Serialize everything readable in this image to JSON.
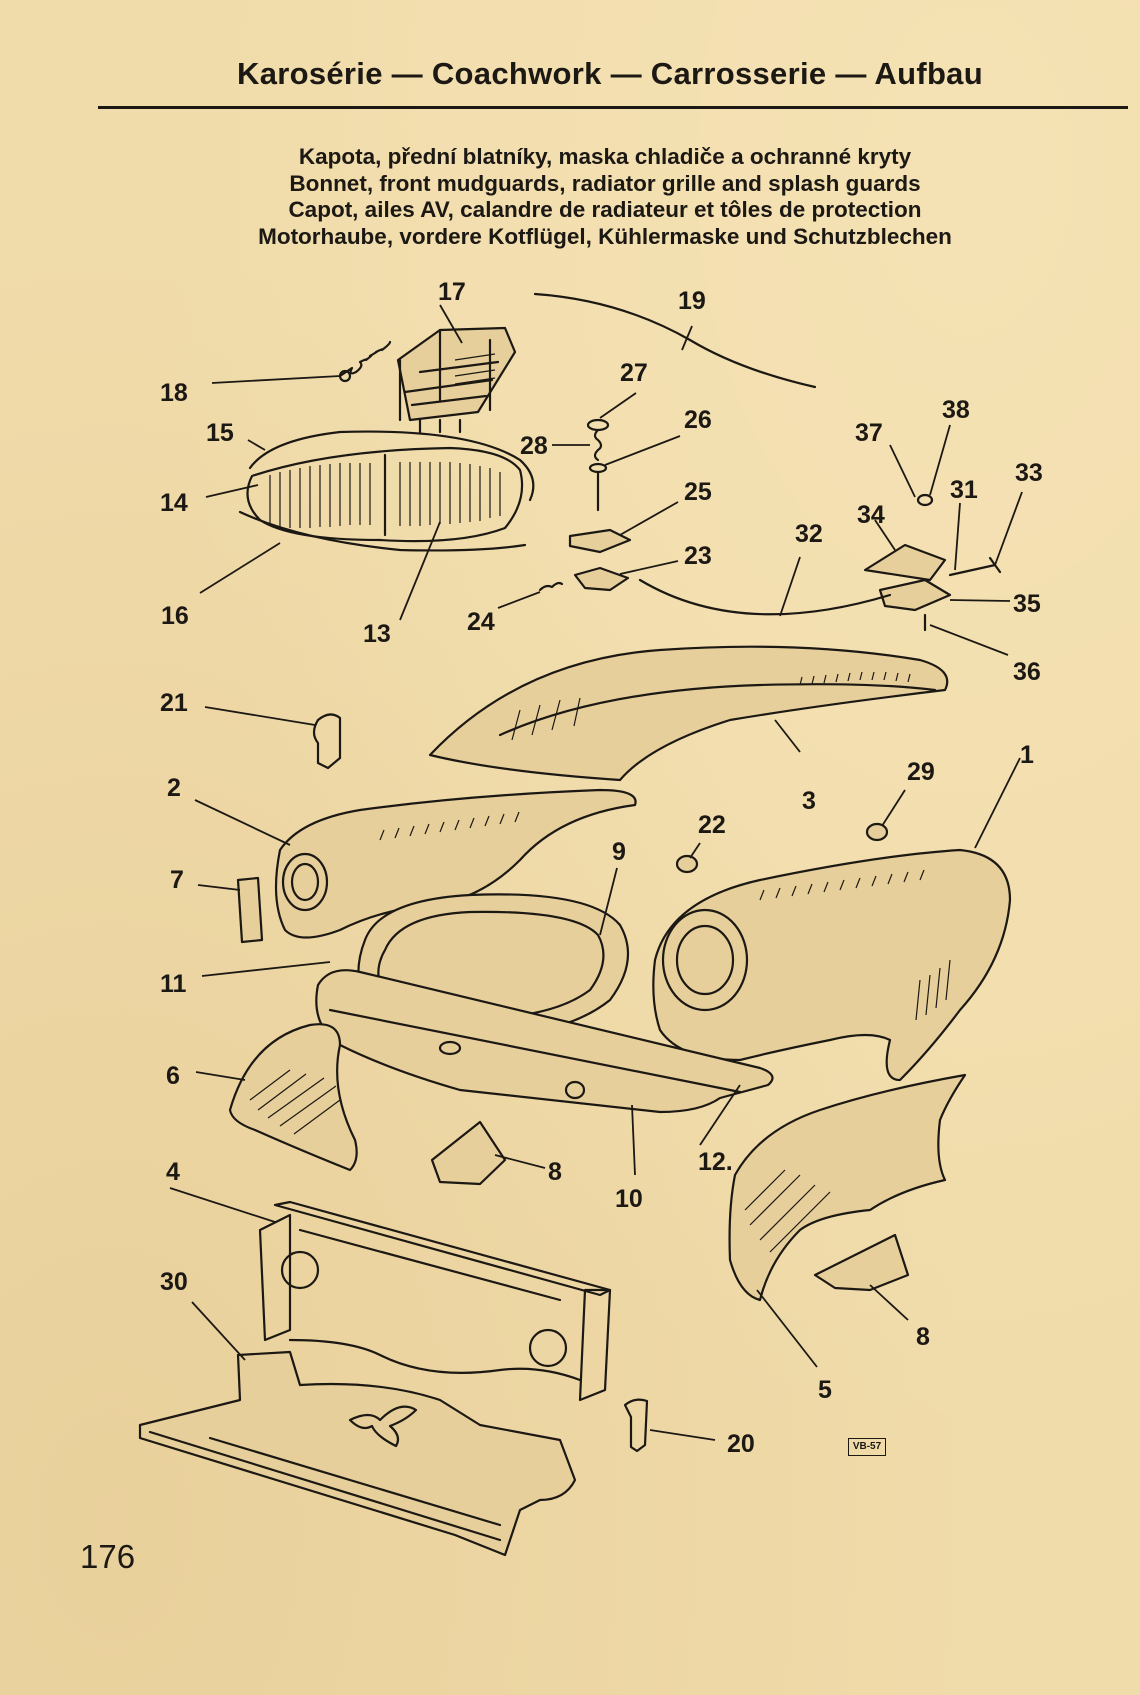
{
  "header": {
    "title": "Karosérie — Coachwork — Carrosserie — Aufbau"
  },
  "caption": {
    "line_cs": "Kapota, přední blatníky, maska chladiče a ochranné kryty",
    "line_en": "Bonnet, front mudguards, radiator grille and splash guards",
    "line_fr": "Capot, ailes AV, calandre de radiateur et tôles de protection",
    "line_de": "Motorhaube, vordere Kotflügel, Kühlermaske und Schutzblechen"
  },
  "callouts": {
    "c1": "1",
    "c2": "2",
    "c3": "3",
    "c4": "4",
    "c5": "5",
    "c6": "6",
    "c7": "7",
    "c8a": "8",
    "c8b": "8",
    "c9": "9",
    "c10": "10",
    "c11": "11",
    "c12": "12.",
    "c13": "13",
    "c14": "14",
    "c15": "15",
    "c16": "16",
    "c17": "17",
    "c18": "18",
    "c19": "19",
    "c20": "20",
    "c21": "21",
    "c22": "22",
    "c23": "23",
    "c24": "24",
    "c25": "25",
    "c26": "26",
    "c27": "27",
    "c28": "28",
    "c29": "29",
    "c30": "30",
    "c31": "31",
    "c32": "32",
    "c33": "33",
    "c34": "34",
    "c35": "35",
    "c36": "36",
    "c37": "37",
    "c38": "38"
  },
  "stamp": "VB-57",
  "page_number": "176"
}
